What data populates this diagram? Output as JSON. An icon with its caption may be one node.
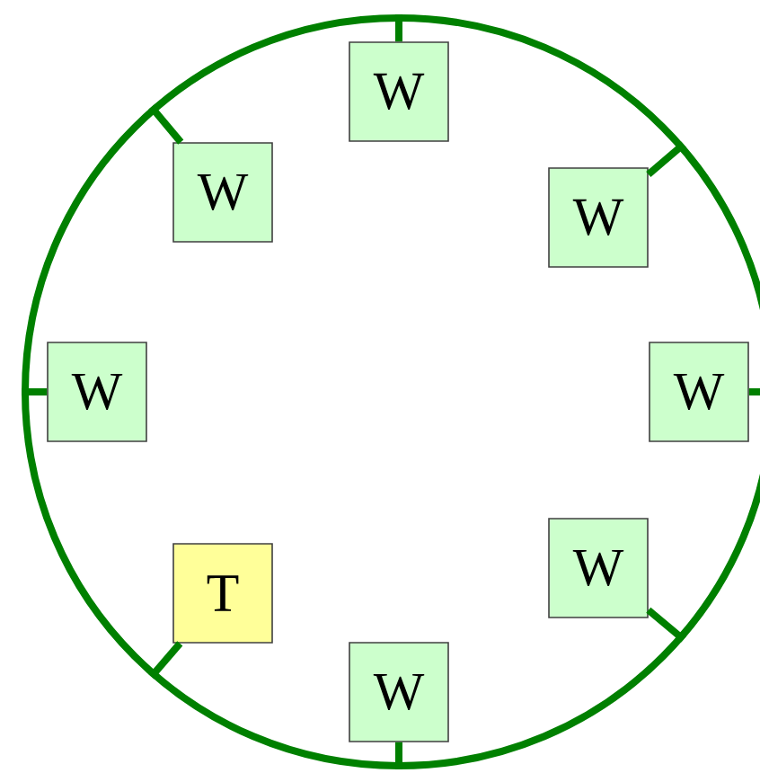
{
  "diagram": {
    "nodes": [
      {
        "text": [],
        "shape": "circle"
      },
      {
        "text": [
          "W"
        ],
        "in": 0
      },
      {
        "text": [
          "W"
        ],
        "in": 0
      },
      {
        "text": [
          "W"
        ],
        "in": 0
      },
      {
        "text": [
          "W"
        ],
        "in": 0
      },
      {
        "text": [
          "W"
        ],
        "in": 0
      },
      {
        "text": [
          "W"
        ],
        "in": 0
      },
      {
        "text": [
          "T"
        ],
        "in": 0
      },
      {
        "text": [
          "W"
        ],
        "in": 0
      }
    ],
    "edges": [
      {
        "from": 1,
        "to": 0,
        "arrow": "none"
      },
      {
        "from": 2,
        "to": 0,
        "arrow": "none"
      },
      {
        "from": 3,
        "to": 0,
        "arrow": "none"
      },
      {
        "from": 4,
        "to": 0,
        "arrow": "none"
      },
      {
        "from": 5,
        "to": 0,
        "arrow": "none"
      },
      {
        "from": 6,
        "to": 0,
        "arrow": "none"
      },
      {
        "from": 7,
        "to": 0,
        "arrow": "none"
      },
      {
        "from": 8,
        "to": 0,
        "arrow": "none"
      }
    ]
  }
}
